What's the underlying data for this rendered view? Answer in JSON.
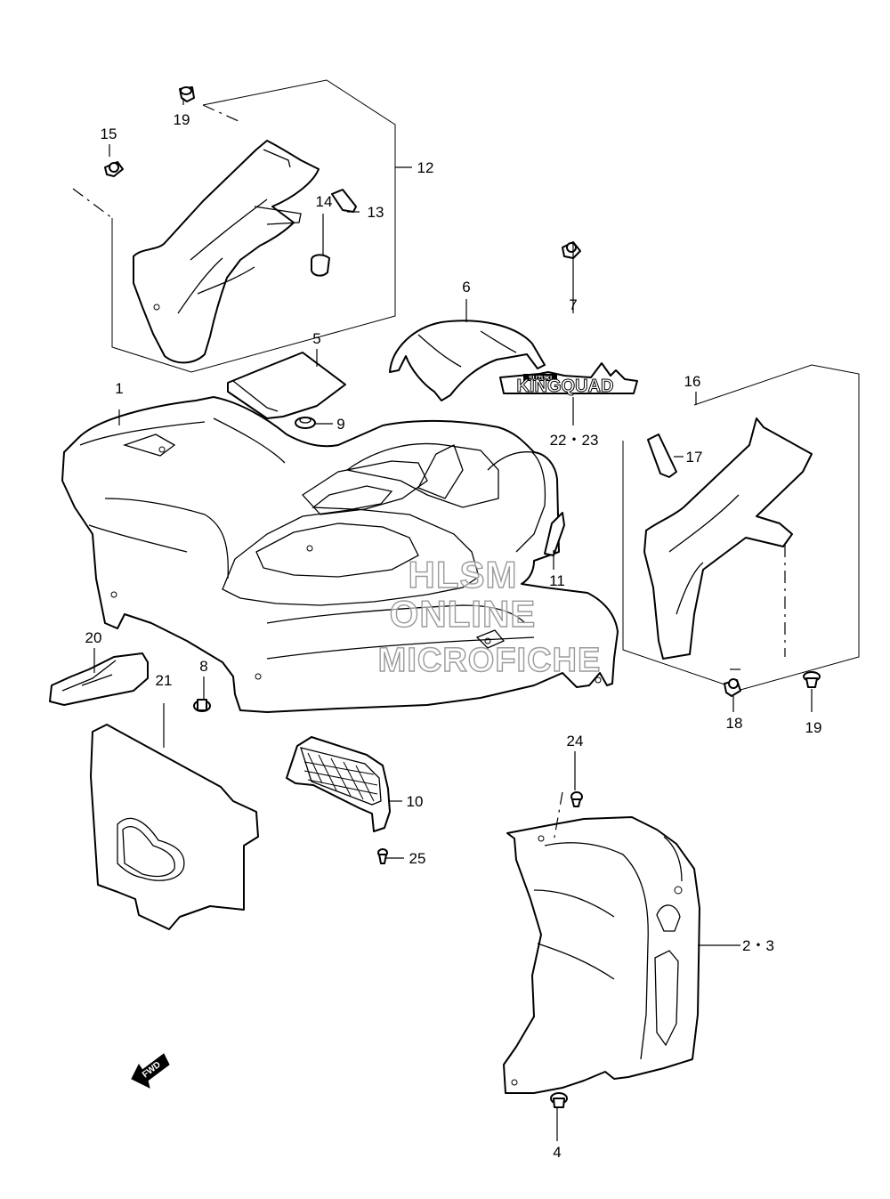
{
  "callouts": {
    "c1": "1",
    "c2_3": "2・3",
    "c4": "4",
    "c5": "5",
    "c6": "6",
    "c7": "7",
    "c8": "8",
    "c9": "9",
    "c10": "10",
    "c11": "11",
    "c12": "12",
    "c13": "13",
    "c14": "14",
    "c15": "15",
    "c16": "16",
    "c17": "17",
    "c18": "18",
    "c19a": "19",
    "c19b": "19",
    "c20": "20",
    "c21": "21",
    "c22_23": "22・23",
    "c24": "24",
    "c25": "25"
  },
  "decal": {
    "brand": "SUZUKI",
    "model": "KINGQUAD"
  },
  "fwd_label": "FWD",
  "watermark": {
    "line1": "HLSM",
    "line2": "ONLINE",
    "line3": "MICROFICHE"
  }
}
